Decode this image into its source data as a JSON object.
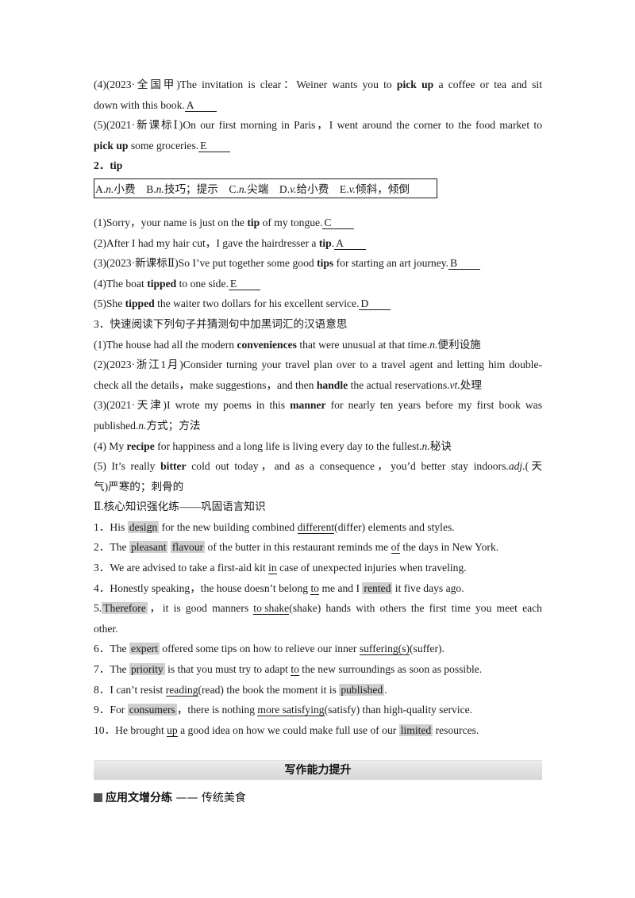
{
  "part1_cont": {
    "q4": {
      "pre": "(4)(2023·全国甲)The invitation is clear：Weiner wants you to ",
      "word": "pick up",
      "post": " a coffee or tea and sit",
      "line2": "down with this book.",
      "answer": "A"
    },
    "q5": {
      "pre": "(5)(2021·新课标Ⅰ)On our first morning in Paris，I went around the corner to the food market to",
      "word": "pick up",
      "post": " some groceries.",
      "answer": "E"
    }
  },
  "tip": {
    "heading": "2．tip",
    "options": [
      "A.",
      "n.",
      "小费　B.",
      "n.",
      "技巧；提示　C.",
      "n.",
      "尖端　D.",
      "v.",
      "给小费　E.",
      "v.",
      "倾斜，倾倒"
    ],
    "q1": {
      "pre": "(1)Sorry，your name is just on the ",
      "word": "tip",
      "post": " of my tongue.",
      "answer": "C"
    },
    "q2": {
      "pre": "(2)After I had my hair cut，I gave the hairdresser a ",
      "word": "tip",
      "post": ".",
      "answer": "A"
    },
    "q3": {
      "pre": "(3)(2023·新课标Ⅱ)So I’ve put together some good ",
      "word": "tips",
      "post": " for starting an art journey.",
      "answer": "B"
    },
    "q4": {
      "pre": "(4)The boat ",
      "word": "tipped",
      "post": " to one side.",
      "answer": "E"
    },
    "q5": {
      "pre": "(5)She ",
      "word": "tipped",
      "post": " the waiter two dollars for his excellent service.",
      "answer": "D"
    }
  },
  "guess": {
    "heading": "3．快速阅读下列句子并猜测句中加黑词汇的汉语意思",
    "q1": {
      "pre": "(1)The house had all the modern ",
      "word": "conveniences",
      "post": " that were unusual at that time.",
      "pos": "n.",
      "meaning": "便利设施"
    },
    "q2": {
      "pre": "(2)(2023·浙江1月)Consider turning your travel plan over to a travel agent and letting him double-",
      "line2pre": "check all the details，make suggestions，and then ",
      "word": "handle",
      "post": " the actual reservations.",
      "pos": "vt.",
      "meaning": "处理"
    },
    "q3": {
      "pre": "(3)(2021·天津)I wrote my poems in this ",
      "word": "manner",
      "post": " for nearly ten years before my first book was",
      "line2pre": "published.",
      "pos": "n.",
      "meaning": "方式；方法"
    },
    "q4": {
      "pre": "(4) My ",
      "word": "recipe",
      "post": " for happiness and a long life is living every day to the fullest.",
      "pos": "n.",
      "meaning": "秘诀"
    },
    "q5": {
      "pre": "(5) It’s really ",
      "word": "bitter",
      "post": " cold out today，and as a consequence，you’d better stay indoors.",
      "pos": "adj.",
      "meaning_start": "(天",
      "line2": "气)严寒的；刺骨的"
    }
  },
  "section2": {
    "heading": "Ⅱ.核心知识强化练——巩固语言知识",
    "s1": {
      "a": "1．His ",
      "h1": "design",
      "b": " for the new building combined ",
      "u1": "different",
      "c": "(differ) elements and styles."
    },
    "s2": {
      "a": "2．The ",
      "h1": "pleasant",
      "sp": " ",
      "h2": "flavour",
      "b": " of the butter in this restaurant reminds me ",
      "u1": "of",
      "c": " the days in New York."
    },
    "s3": {
      "a": "3．We are advised to take a first-aid kit ",
      "u1": "in",
      "c": " case of unexpected injuries when traveling."
    },
    "s4": {
      "a": "4．Honestly speaking，the house doesn’t belong ",
      "u1": "to",
      "b": " me and I ",
      "h1": "rented",
      "c": " it five days ago."
    },
    "s5": {
      "a": "5.",
      "h1": "Therefore",
      "b": "，it is good manners ",
      "u1": "to shake",
      "c": "(shake) hands with others the first time you meet each",
      "line2": "other."
    },
    "s6": {
      "a": "6．The ",
      "h1": "expert",
      "b": " offered some tips on how to relieve our inner ",
      "u1": "suffering(s)",
      "c": "(suffer)."
    },
    "s7": {
      "a": "7．The ",
      "h1": "priority",
      "b": " is that you must try to adapt ",
      "u1": "to",
      "c": " the new surroundings as soon as possible."
    },
    "s8": {
      "a": "8．I can’t resist ",
      "u1": "reading",
      "b": "(read) the book the moment it is ",
      "h1": "published",
      "c": "."
    },
    "s9": {
      "a": "9．For ",
      "h1": "consumers",
      "b": "，there is nothing ",
      "u1": "more satisfying",
      "c": "(satisfy) than high-quality service."
    },
    "s10": {
      "a": "10．He brought ",
      "u1": "up",
      "b": " a good idea on how we could make full use of our ",
      "h1": "limited",
      "c": " resources."
    }
  },
  "writing": {
    "bar_title": "写作能力提升",
    "sub_title": "应用文增分练",
    "sub_dash": " —— 传统美食"
  }
}
